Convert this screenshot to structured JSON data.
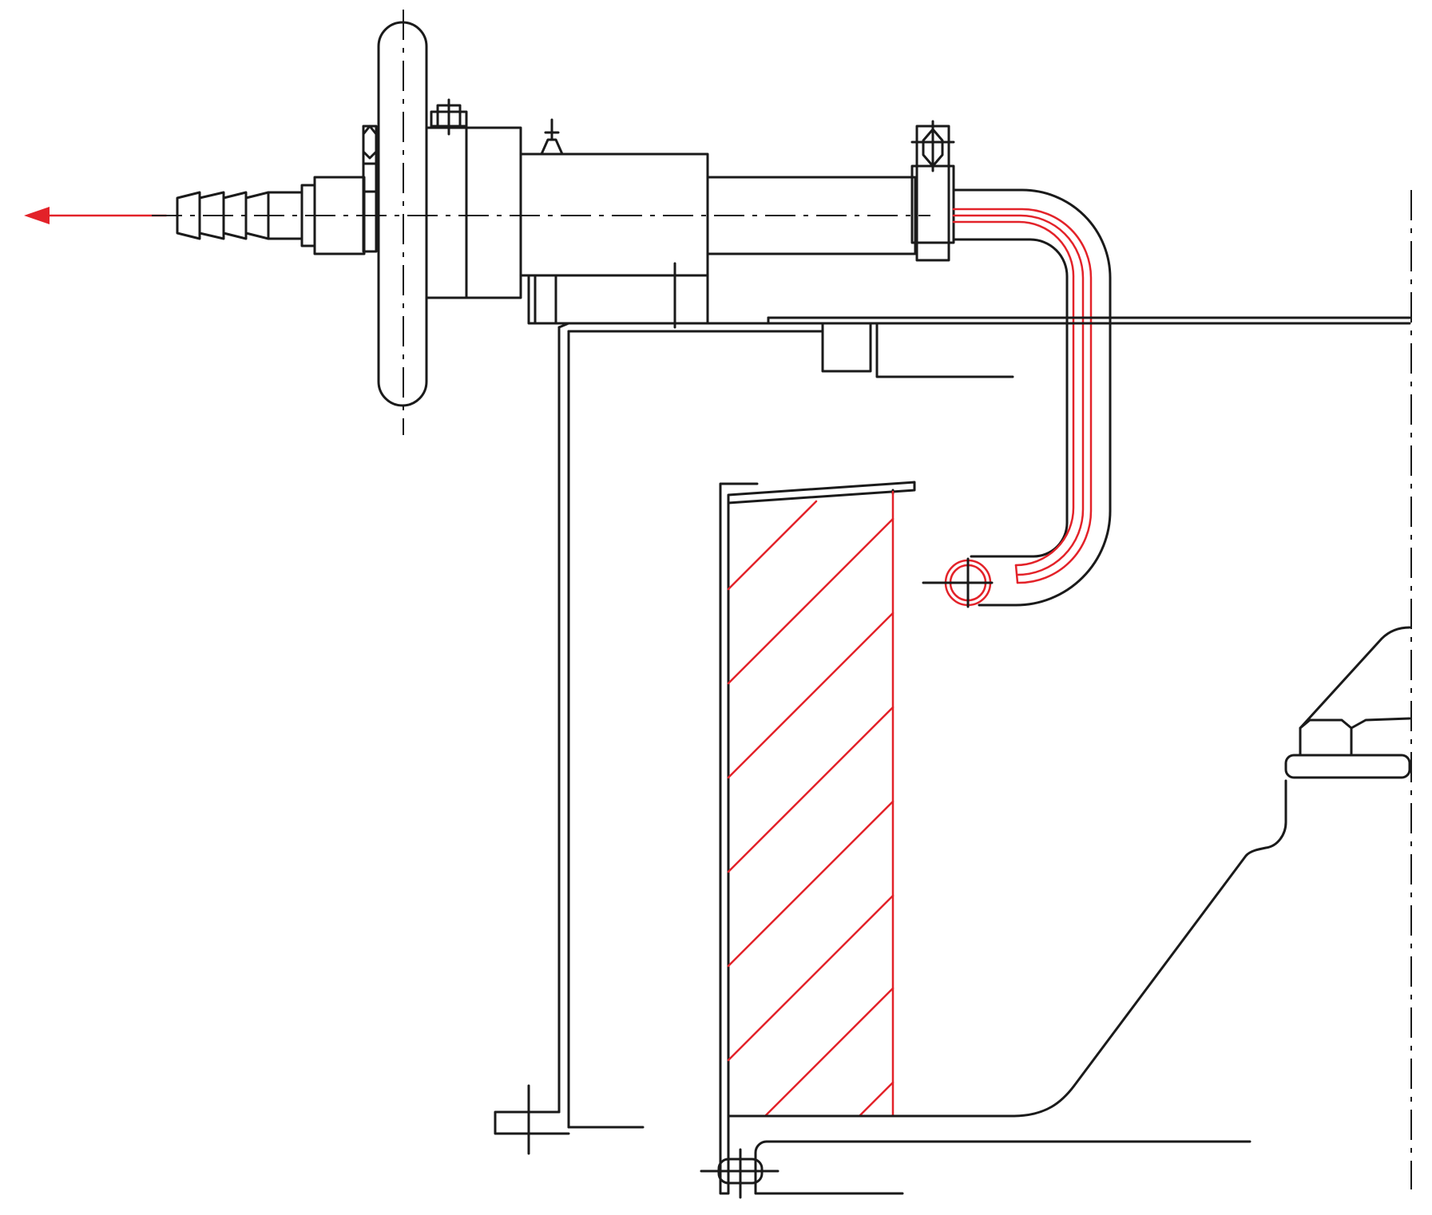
{
  "colors": {
    "line": "#1a1a1a",
    "highlight": "#e32229",
    "background": "#ffffff"
  },
  "parts": [
    "hose-barb-outlet",
    "handwheel",
    "valve-body",
    "bent-drain-pipe",
    "insulation-block",
    "housing-frame",
    "bolted-flange",
    "tank-shell"
  ],
  "flow_arrow": {
    "direction": "left"
  }
}
